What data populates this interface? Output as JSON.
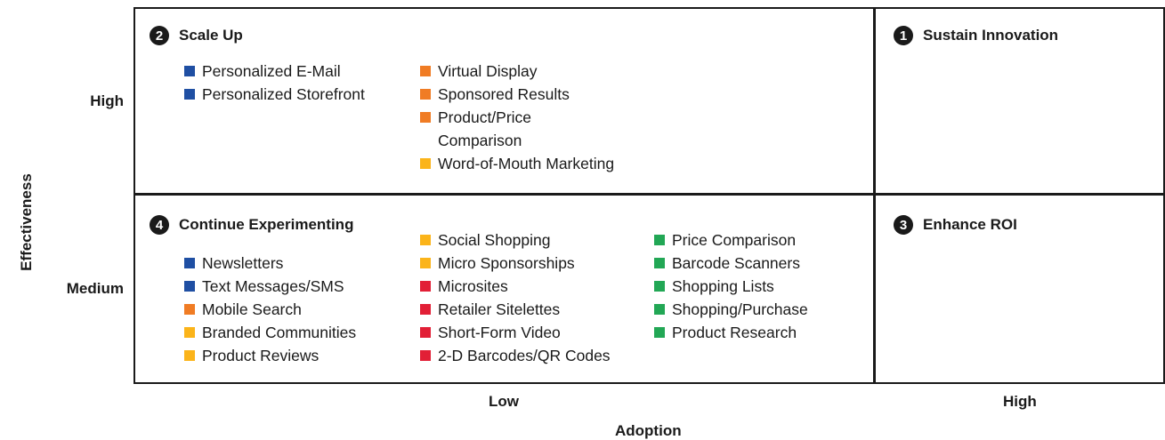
{
  "axes": {
    "y_title": "Effectiveness",
    "y_ticks": [
      "High",
      "Medium"
    ],
    "x_title": "Adoption",
    "x_ticks": [
      "Low",
      "High"
    ]
  },
  "colors": {
    "blue": "#1f4fa3",
    "orange": "#f07c24",
    "yellow": "#fbb41a",
    "red": "#e21f36",
    "green": "#22a755"
  },
  "quadrants": {
    "scale_up": {
      "number": "2",
      "title": "Scale Up",
      "columns": [
        [
          {
            "label": "Personalized E-Mail",
            "color": "blue"
          },
          {
            "label": "Personalized Storefront",
            "color": "blue"
          }
        ],
        [
          {
            "label": "Virtual Display",
            "color": "orange"
          },
          {
            "label": "Sponsored Results",
            "color": "orange"
          },
          {
            "label": "Product/Price Comparison",
            "color": "orange"
          },
          {
            "label": "Word-of-Mouth Marketing",
            "color": "yellow"
          }
        ]
      ]
    },
    "sustain_innovation": {
      "number": "1",
      "title": "Sustain Innovation"
    },
    "continue_experimenting": {
      "number": "4",
      "title": "Continue Experimenting",
      "columns": [
        [
          {
            "label": "Newsletters",
            "color": "blue"
          },
          {
            "label": "Text Messages/SMS",
            "color": "blue"
          },
          {
            "label": "Mobile Search",
            "color": "orange"
          },
          {
            "label": "Branded Communities",
            "color": "yellow"
          },
          {
            "label": "Product Reviews",
            "color": "yellow"
          }
        ],
        [
          {
            "label": "Social Shopping",
            "color": "yellow"
          },
          {
            "label": "Micro Sponsorships",
            "color": "yellow"
          },
          {
            "label": "Microsites",
            "color": "red"
          },
          {
            "label": "Retailer Sitelettes",
            "color": "red"
          },
          {
            "label": "Short-Form Video",
            "color": "red"
          },
          {
            "label": "2-D Barcodes/QR Codes",
            "color": "red"
          }
        ],
        [
          {
            "label": "Price Comparison",
            "color": "green"
          },
          {
            "label": "Barcode Scanners",
            "color": "green"
          },
          {
            "label": "Shopping Lists",
            "color": "green"
          },
          {
            "label": "Shopping/Purchase",
            "color": "green"
          },
          {
            "label": "Product Research",
            "color": "green"
          }
        ]
      ]
    },
    "enhance_roi": {
      "number": "3",
      "title": "Enhance ROI"
    }
  }
}
